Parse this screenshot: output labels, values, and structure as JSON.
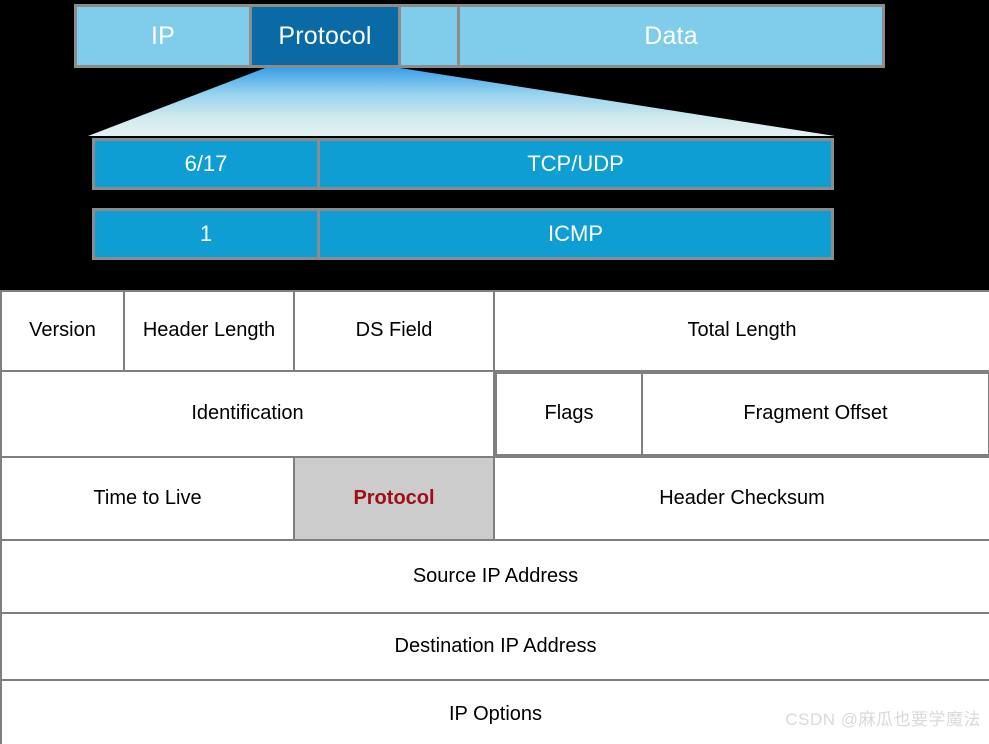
{
  "packet_strip": {
    "segments": [
      {
        "label": "IP",
        "style": "light"
      },
      {
        "label": "Protocol",
        "style": "dark"
      },
      {
        "label": "",
        "style": "light"
      },
      {
        "label": "Data",
        "style": "light"
      }
    ]
  },
  "protocol_expansion": {
    "rows": [
      {
        "number": "6/17",
        "name": "TCP/UDP"
      },
      {
        "number": "1",
        "name": "ICMP"
      }
    ]
  },
  "ip_header": {
    "rows": [
      {
        "cells": [
          {
            "label": "Version"
          },
          {
            "label": "Header Length"
          },
          {
            "label": "DS Field"
          },
          {
            "label": "Total Length"
          }
        ]
      },
      {
        "cells": [
          {
            "label": "Identification"
          },
          {
            "label": "Flags"
          },
          {
            "label": "Fragment Offset"
          }
        ]
      },
      {
        "cells": [
          {
            "label": "Time to Live"
          },
          {
            "label": "Protocol",
            "highlight": true
          },
          {
            "label": "Header Checksum"
          }
        ]
      },
      {
        "cells": [
          {
            "label": "Source IP Address"
          }
        ]
      },
      {
        "cells": [
          {
            "label": "Destination IP Address"
          }
        ]
      },
      {
        "cells": [
          {
            "label": "IP  Options"
          }
        ]
      }
    ]
  },
  "watermark": {
    "text": "CSDN @麻瓜也要学魔法"
  },
  "colors": {
    "packet_light": "#7fcdeb",
    "packet_dark": "#0a6aa5",
    "expanded_row": "#0e9ed4",
    "box_border": "#8c8c8c",
    "table_border": "#7f7f7f",
    "highlight_bg": "#cccccc",
    "highlight_text": "#9c0f16",
    "stage_bg": "#000000"
  }
}
